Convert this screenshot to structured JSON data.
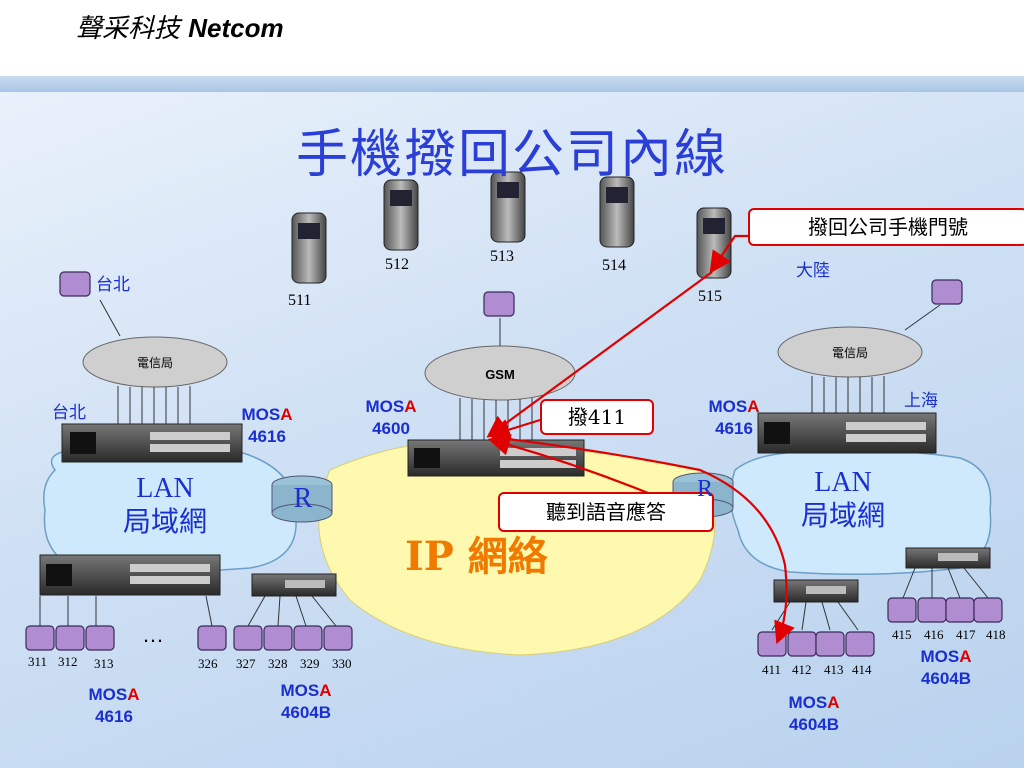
{
  "brand": {
    "zh": "聲采科技",
    "en": "Netcom"
  },
  "title": "手機撥回公司內線",
  "phones": [
    "511",
    "512",
    "513",
    "514",
    "515"
  ],
  "region_mainland": "大陸",
  "callout_dial_back": "撥回公司手機門號",
  "callout_dial_ext": "撥411",
  "callout_voice": "聽到語音應答",
  "sites": {
    "taipei": "台北",
    "taipei_phone": "台北",
    "shanghai": "上海",
    "telecom": "電信局",
    "gsm": "GSM"
  },
  "mos": {
    "prefix": "MOS",
    "suffix": "A"
  },
  "models": {
    "m4616_left": "4616",
    "m4600": "4600",
    "m4616_right": "4616",
    "m4616_bottom": "4616",
    "m4604b_mid": "4604B",
    "m4604b_right_top": "4604B",
    "m4604b_right_bottom": "4604B"
  },
  "lan": {
    "line1": "LAN",
    "line2": "局域網"
  },
  "router": "R",
  "ip_network": {
    "en": "IP",
    "zh": "網絡"
  },
  "ellipsis": "…",
  "ext_left_a": [
    "311",
    "312",
    "313"
  ],
  "ext_left_b": [
    "326",
    "327",
    "328",
    "329",
    "330"
  ],
  "ext_right_a": [
    "411",
    "412",
    "413",
    "414"
  ],
  "ext_right_b": [
    "415",
    "416",
    "417",
    "418"
  ],
  "colors": {
    "title": "#2b3fd6",
    "label": "#1a2fd0",
    "accent": "#e00000",
    "ip": "#f07a00",
    "ip_area": "#fff9b0",
    "cloud": "#cde9fb"
  }
}
